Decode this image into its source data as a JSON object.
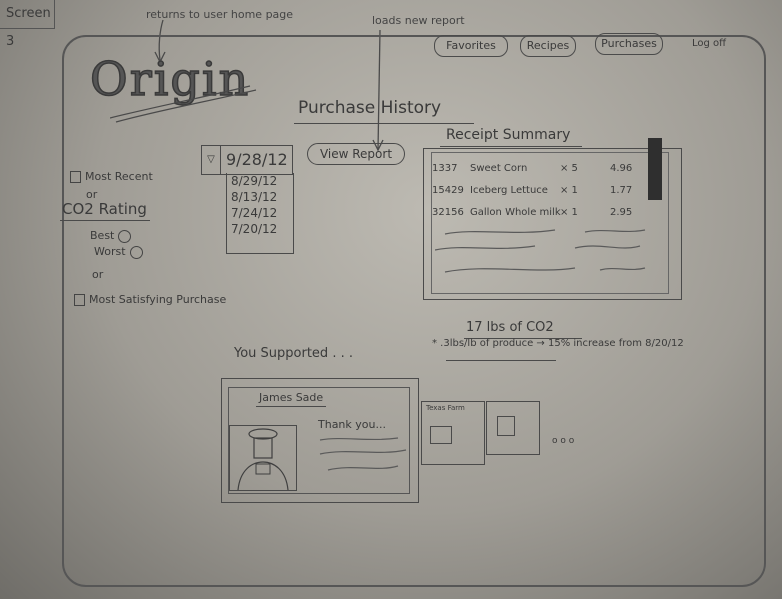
{
  "screen_label": "Screen 3",
  "annotations": {
    "logo_note": "returns to user home page",
    "view_report_note": "loads new report"
  },
  "nav": {
    "favorites": "Favorites",
    "recipes": "Recipes",
    "purchases": "Purchases",
    "logout": "Log off"
  },
  "logo": "Origin",
  "page_title": "Purchase History",
  "date_select": {
    "selected": "9/28/12",
    "options": [
      "8/29/12",
      "8/13/12",
      "7/24/12",
      "7/20/12"
    ]
  },
  "view_report_label": "View Report",
  "filters": {
    "most_recent": "Most Recent",
    "or1": "or",
    "co2_rating": "CO2 Rating",
    "best": "Best",
    "worst": "Worst",
    "or2": "or",
    "most_satisfying": "Most Satisfying Purchase"
  },
  "receipt": {
    "title": "Receipt Summary",
    "rows": [
      {
        "code": "1337",
        "item": "Sweet Corn",
        "qty": "× 5",
        "price": "4.96"
      },
      {
        "code": "15429",
        "item": "Iceberg Lettuce",
        "qty": "× 1",
        "price": "1.77"
      },
      {
        "code": "32156",
        "item": "Gallon Whole milk",
        "qty": "× 1",
        "price": "2.95"
      }
    ]
  },
  "supported": {
    "title": "You Supported . . .",
    "farmer_name": "James Sade",
    "thank_you": "Thank you...",
    "small_card_label": "Texas Farm",
    "more": "o o o"
  },
  "co2": {
    "amount": "17 lbs of CO2",
    "note": "* .3lbs/lb of produce → 15% increase from 8/20/12"
  }
}
